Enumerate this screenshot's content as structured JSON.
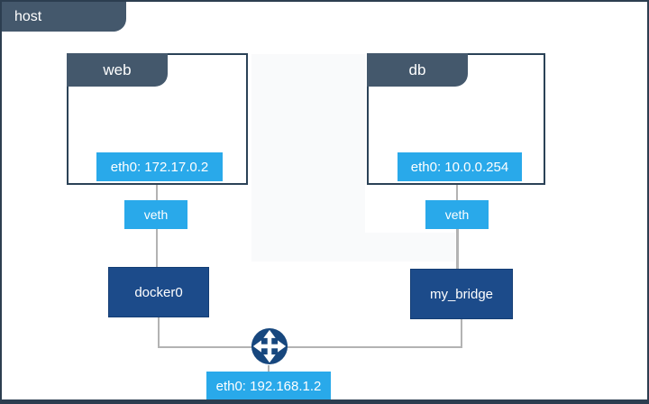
{
  "host": {
    "label": "host",
    "interface_label": "eth0: 192.168.1.2"
  },
  "containers": {
    "web": {
      "title": "web",
      "interface_label": "eth0: 172.17.0.2",
      "veth_label": "veth",
      "bridge_label": "docker0"
    },
    "db": {
      "title": "db",
      "interface_label": "eth0: 10.0.0.254",
      "veth_label": "veth",
      "bridge_label": "my_bridge"
    }
  },
  "icons": {
    "router": "four-way-arrows-router-icon"
  },
  "colors": {
    "tab_slate": "#44586c",
    "box_border": "#2b4257",
    "bright_blue": "#29a9ea",
    "navy": "#1c4b8a",
    "line_gray": "#b3b3b3",
    "outer_border": "#2c3e50"
  }
}
